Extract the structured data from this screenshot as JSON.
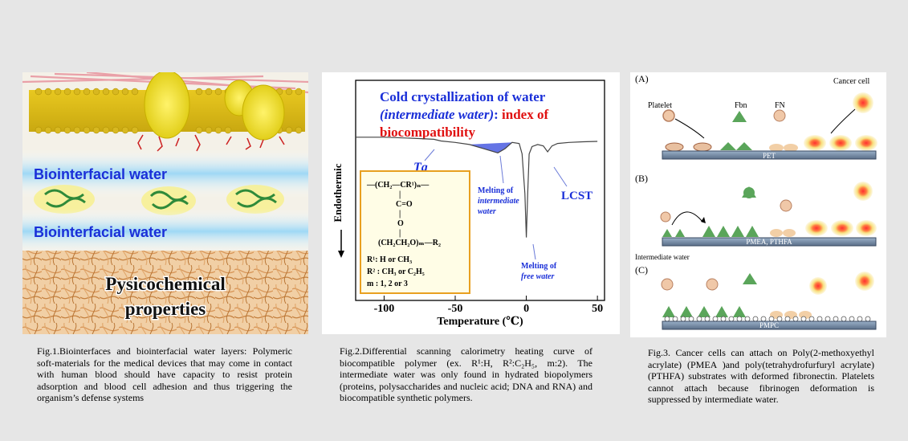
{
  "fig1": {
    "label_water_top": "Biointerfacial water",
    "label_water_bottom": "Biointerfacial water",
    "label_props_line1": "Pysicochemical",
    "label_props_line2": "properties",
    "caption": "Fig.1.Biointerfaces and biointerfacial water layers: Polymeric soft-materials for the medical devices that may come in contact with human blood should have capacity to resist protein adsorption and blood cell adhesion and thus triggering the organism’s defense systems"
  },
  "fig2": {
    "title_line1": "Cold crystallization of water",
    "title_line2_italic": "(intermediate water)",
    "title_line2_colon": ": ",
    "title_line2_red": "index of",
    "title_line3_red": "biocompatibility",
    "ylabel": "Endothermic",
    "xlabel": "Temperature (℃)",
    "tg_label": "Tg",
    "lcst_label": "LCST",
    "ann_intermediate": [
      "Melting of",
      "intermediate",
      "water"
    ],
    "ann_free": [
      "Melting of",
      "free water"
    ],
    "formula": {
      "r1": "R¹:  H or CH₃",
      "r2": "R² : CH₃ or C₂H₅",
      "m": "m  : 1, 2 or 3"
    },
    "caption": "Fig.2.Differential scanning calorimetry heating curve of biocompatible polymer (ex. R¹:H, R²:C₂H₅, m:2). The intermediate water was only found in hydrated biopolymers (proteins, polysaccharides and nucleic acid; DNA and RNA) and biocompatible synthetic polymers."
  },
  "fig3": {
    "label_a": "(A)",
    "label_b": "(B)",
    "label_c": "(C)",
    "label_cancer": "Cancer cell",
    "label_platelet": "Platelet",
    "label_fbn": "Fbn",
    "label_fn": "FN",
    "substrate_a": "PET",
    "substrate_b": "PMEA, PTHFA",
    "substrate_c": "PMPC",
    "label_intermediate": "Intermediate water",
    "caption": "Fig.3.   Cancer cells can attach on Poly(2-methoxyethyl acrylate) (PMEA )and poly(tetrahydrofurfuryl acrylate) (PTHFA) substrates with deformed fibronectin. Platelets cannot attach because fibrinogen deformation is suppressed by intermediate water."
  },
  "chart_data": {
    "type": "line",
    "xlabel": "Temperature (℃)",
    "ylabel": "Endothermic",
    "xticks": [
      -100,
      -50,
      0,
      50
    ],
    "xlim": [
      -120,
      55
    ],
    "series": [
      {
        "x": [
          -120,
          -100,
          -80,
          -65,
          -60,
          -50,
          -40,
          -30,
          -20,
          -15,
          -10,
          -5,
          -3,
          -1,
          0,
          1,
          2,
          4,
          8,
          12,
          15,
          18,
          22,
          30,
          40,
          50
        ],
        "y": [
          0.2,
          0.2,
          0.15,
          0.1,
          0.02,
          -0.05,
          -0.15,
          -0.35,
          -0.55,
          -0.35,
          -0.05,
          -0.1,
          -0.6,
          -2.5,
          -4.6,
          -2.5,
          -0.6,
          -0.25,
          -0.15,
          -0.22,
          -0.5,
          -0.22,
          -0.1,
          -0.05,
          -0.02,
          0.0
        ]
      }
    ]
  }
}
